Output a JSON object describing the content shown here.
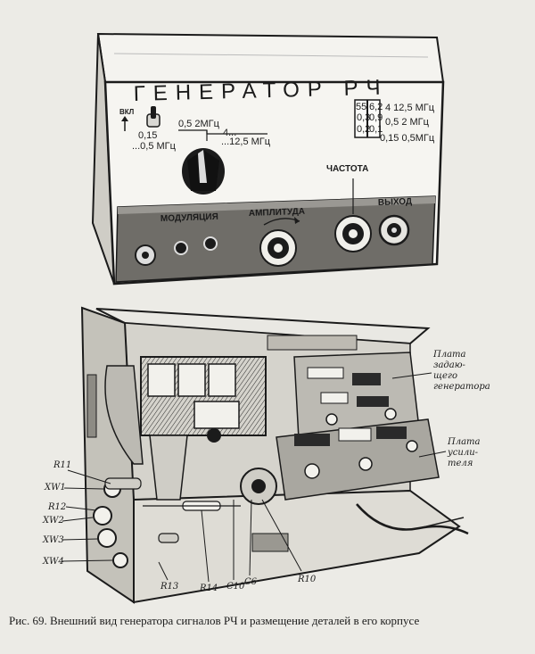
{
  "device": {
    "title": "ГЕНЕРАТОР РЧ",
    "switch_label": "ВКЛ",
    "range_left": [
      "0,5  2МГц",
      "0,15",
      "...0,5 МГц",
      "4...",
      "...12,5 МГц"
    ],
    "dial_scale": [
      "55",
      "6,2",
      "0,3",
      "0,9",
      "0,2",
      "0,1"
    ],
    "range_right": [
      "4   12,5 МГц",
      "0,5   2 МГц",
      "0,15  0,5МГц"
    ],
    "frequency_label": "ЧАСТОТА",
    "modulation_label": "МОДУЛЯЦИЯ",
    "amplitude_label": "АМПЛИТУДА",
    "output_label": "ВЫХОД"
  },
  "annotations": {
    "board_master": [
      "Плата",
      "задаю-",
      "щего",
      "генератора"
    ],
    "board_amp": [
      "Плата",
      "усили-",
      "теля"
    ],
    "parts": [
      "R11",
      "XW1",
      "R12",
      "XW2",
      "XW3",
      "XW4",
      "R13",
      "R14",
      "C10",
      "C6",
      "R10"
    ]
  },
  "caption": "Рис. 69. Внешний вид генератора сигналов РЧ и размещение деталей в его корпусе"
}
